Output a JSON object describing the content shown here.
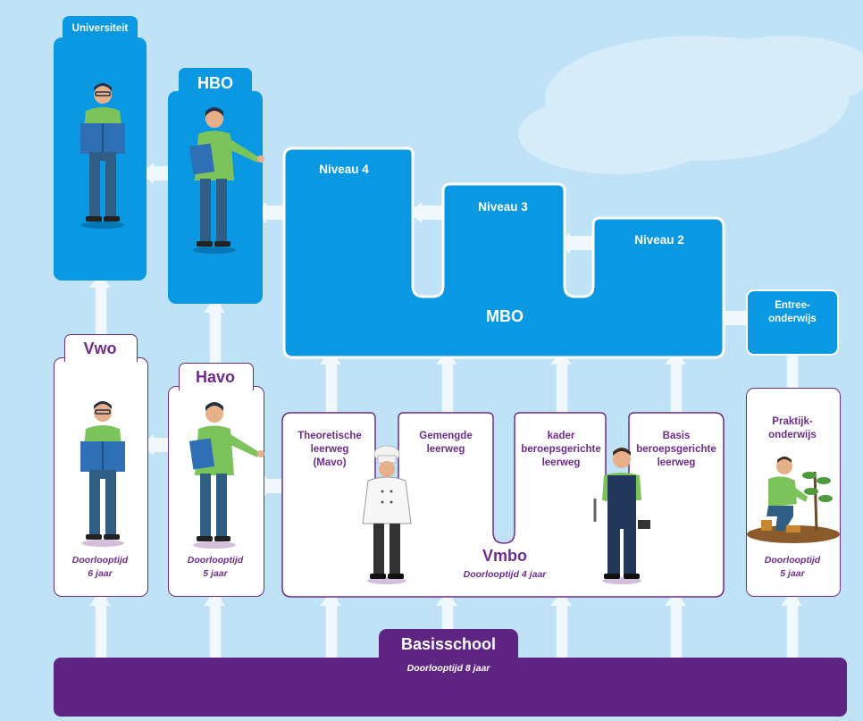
{
  "universiteit": {
    "title": "Universiteit"
  },
  "hbo": {
    "title": "HBO"
  },
  "mbo": {
    "title": "MBO",
    "niveau4": "Niveau 4",
    "niveau3": "Niveau 3",
    "niveau2": "Niveau 2"
  },
  "entree": {
    "line1": "Entree-",
    "line2": "onderwijs"
  },
  "vwo": {
    "title": "Vwo",
    "duration_label": "Doorlooptijd",
    "duration_value": "6 jaar"
  },
  "havo": {
    "title": "Havo",
    "duration_label": "Doorlooptijd",
    "duration_value": "5 jaar"
  },
  "vmbo": {
    "title": "Vmbo",
    "duration": "Doorlooptijd 4 jaar",
    "paths": [
      {
        "line1": "Theoretische",
        "line2": "leerweg",
        "line3": "(Mavo)"
      },
      {
        "line1": "Gemengde",
        "line2": "leerweg",
        "line3": ""
      },
      {
        "line1": "kader",
        "line2": "beroepsgerichte",
        "line3": "leerweg"
      },
      {
        "line1": "Basis",
        "line2": "beroepsgerichte",
        "line3": "leerweg"
      }
    ]
  },
  "praktijk": {
    "line1": "Praktijk-",
    "line2": "onderwijs",
    "duration_label": "Doorlooptijd",
    "duration_value": "5 jaar"
  },
  "basisschool": {
    "title": "Basisschool",
    "duration": "Doorlooptijd 8 jaar"
  },
  "colors": {
    "sky": "#bfe2f6",
    "blue": "#0a98e2",
    "purple": "#5e2582",
    "accent": "#6d2c8c"
  },
  "icons": [
    "student-reading-icon",
    "student-pointing-icon",
    "chef-icon",
    "mechanic-icon",
    "gardener-icon",
    "cloud-icon"
  ]
}
